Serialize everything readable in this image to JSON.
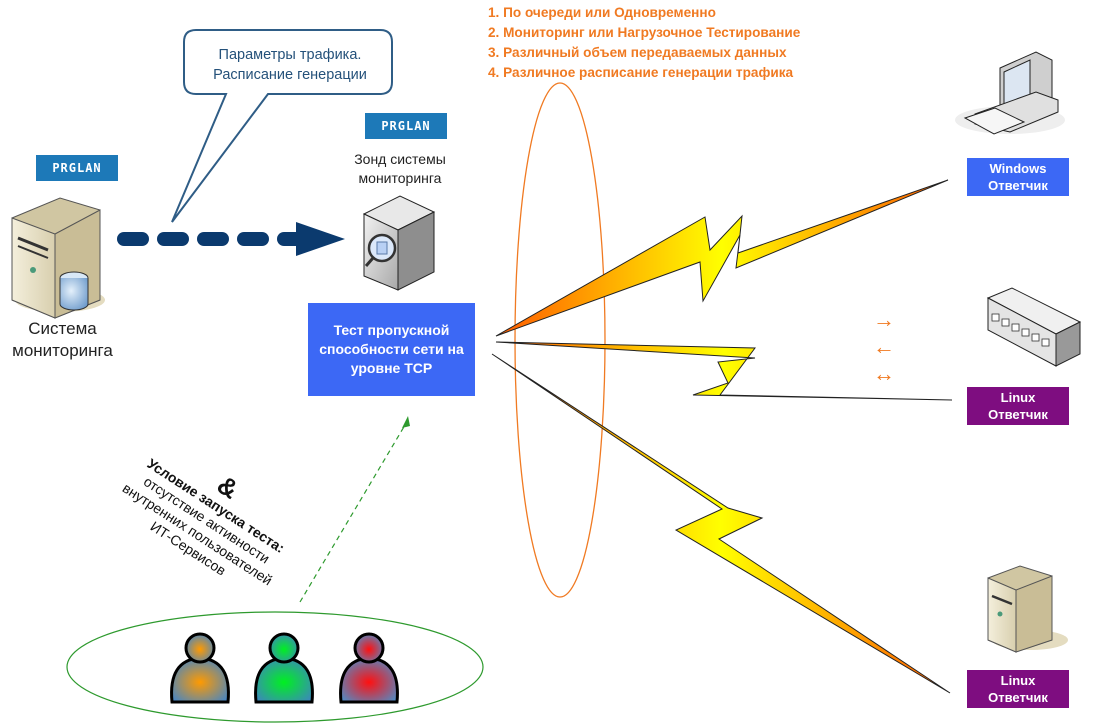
{
  "features": [
    "1. По очереди или Одновременно",
    "2. Мониторинг или Нагрузочное Тестирование",
    "3. Различный объем передаваемых данных",
    "4. Различное расписание генерации трафика"
  ],
  "callout": {
    "line1": "Параметры трафика.",
    "line2": "Расписание генерации"
  },
  "logo_text": "PRGLAN",
  "monitoring_system": {
    "line1": "Система",
    "line2": "мониторинга"
  },
  "probe": {
    "line1": "Зонд системы",
    "line2": "мониторинга"
  },
  "test_box": "Тест пропускной способности сети на уровне TCP",
  "condition": {
    "symbol": "&",
    "title": "Условие запуска теста:",
    "line1": "отсутствие активности",
    "line2": "внутренних пользователей",
    "line3": "ИТ-Сервисов"
  },
  "direction_arrows": [
    "→",
    "←",
    "↔"
  ],
  "responders": [
    {
      "os": "Windows",
      "role": "Ответчик",
      "device": "workstation-icon"
    },
    {
      "os": "Linux",
      "role": "Ответчик",
      "device": "network-switch-icon"
    },
    {
      "os": "Linux",
      "role": "Ответчик",
      "device": "server-icon"
    }
  ],
  "users": [
    {
      "status_color": "#ff9a00"
    },
    {
      "status_color": "#00e020"
    },
    {
      "status_color": "#ff1010"
    }
  ],
  "colors": {
    "accent_orange": "#f07a22",
    "box_blue": "#3c68f5",
    "box_purple": "#7e0d80",
    "logo_blue": "#1d79b8",
    "arrow_navy": "#0b3a6e",
    "group_green": "#2e9a2e"
  }
}
